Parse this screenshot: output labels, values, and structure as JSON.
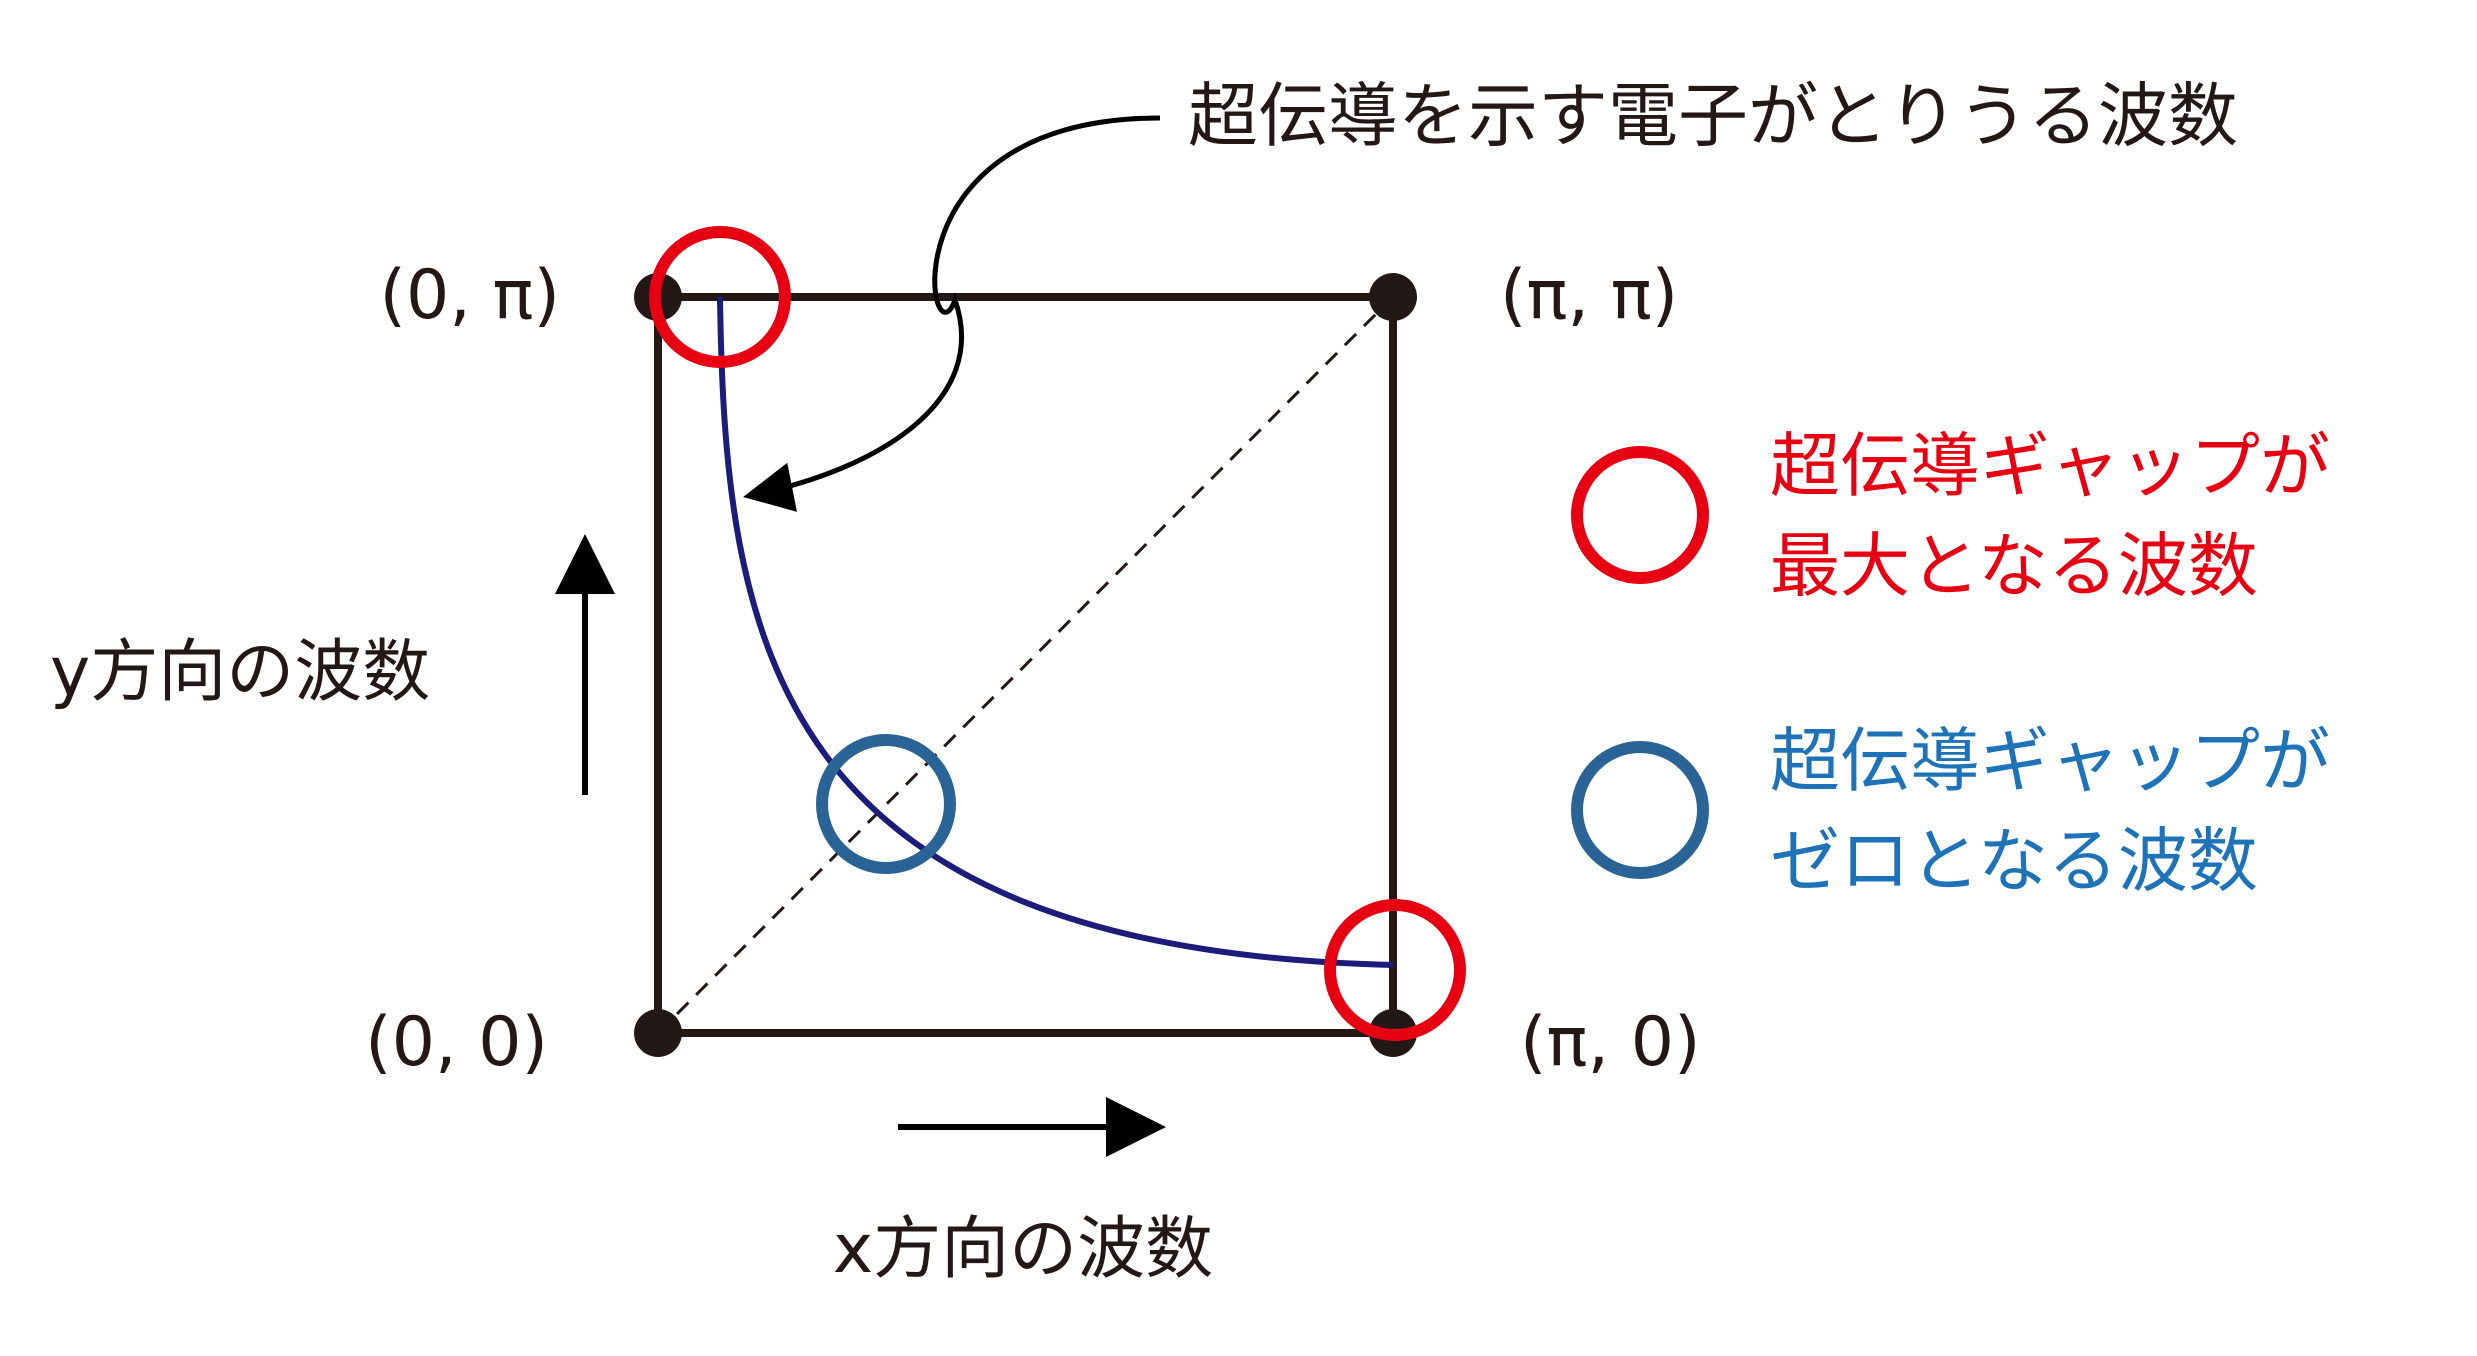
{
  "corners": {
    "top_left": "(0, π)",
    "top_right": "(π, π)",
    "bottom_left": "(0, 0)",
    "bottom_right": "(π, 0)"
  },
  "axes": {
    "x_label": "x方向の波数",
    "y_label": "y方向の波数"
  },
  "callout": {
    "text": "超伝導を示す電子がとりうる波数"
  },
  "legend": {
    "max_gap": {
      "line1": "超伝導ギャップが",
      "line2": "最大となる波数",
      "color": "#e60012"
    },
    "zero_gap": {
      "line1": "超伝導ギャップが",
      "line2": "ゼロとなる波数",
      "color": "#1d72b8"
    }
  },
  "colors": {
    "frame": "#231815",
    "fermi_curve": "#1c1c7a",
    "max_circle": "#e60012",
    "zero_circle": "#2a6497"
  }
}
